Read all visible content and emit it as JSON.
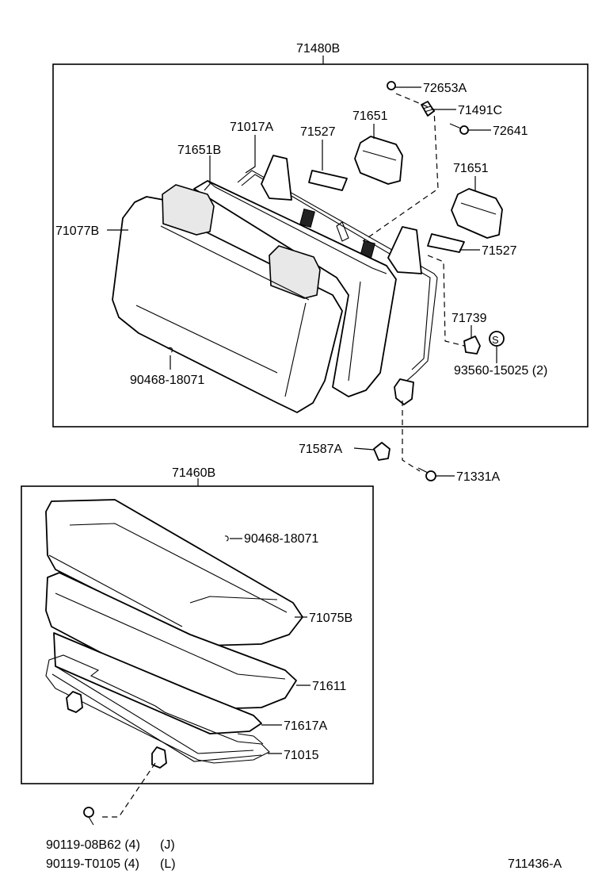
{
  "diagram": {
    "upper_group_label": "71480B",
    "lower_group_label": "71460B",
    "figure_code": "711436-A",
    "callouts": {
      "p72653A": "72653A",
      "p71491C": "71491C",
      "p72641": "72641",
      "p71651_top": "71651",
      "p71527_top": "71527",
      "p71017A": "71017A",
      "p71651B": "71651B",
      "p71651_right": "71651",
      "p71077B": "71077B",
      "p71527_right": "71527",
      "p71739": "71739",
      "p93560": "93560-15025 (2)",
      "p90468_upper": "90468-18071",
      "p71587A": "71587A",
      "p71331A": "71331A",
      "p90468_lower": "90468-18071",
      "p71075B": "71075B",
      "p71611": "71611",
      "p71617A": "71617A",
      "p71015": "71015",
      "p90119_J": "90119-08B62 (4)",
      "p90119_J_suffix": "(J)",
      "p90119_L": "90119-T0105 (4)",
      "p90119_L_suffix": "(L)",
      "s_marker": "S"
    }
  }
}
